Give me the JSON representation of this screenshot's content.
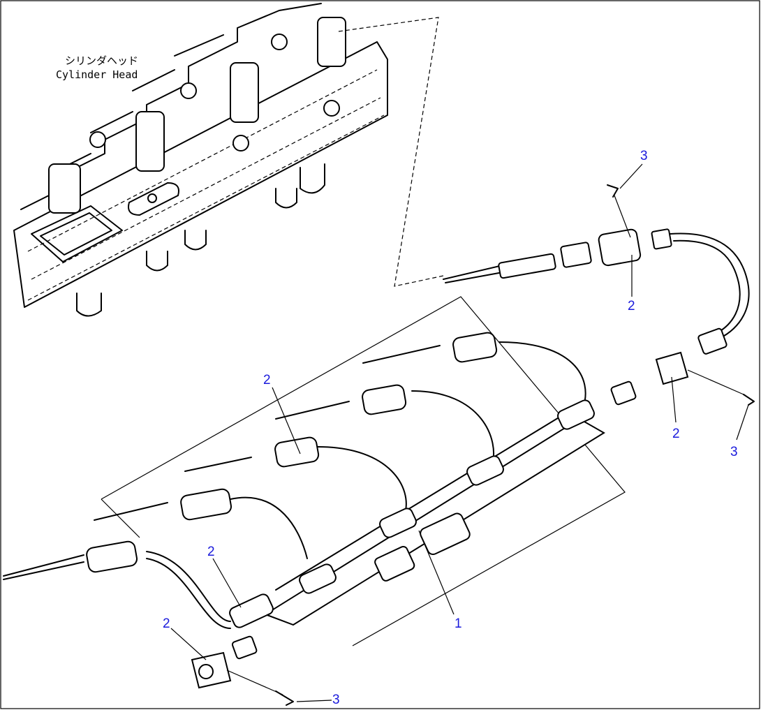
{
  "head_label": {
    "jp": "シリンダヘッド",
    "en": "Cylinder Head"
  },
  "callouts": [
    {
      "id": "c1",
      "text": "1"
    },
    {
      "id": "c2a",
      "text": "2"
    },
    {
      "id": "c2b",
      "text": "2"
    },
    {
      "id": "c2c",
      "text": "2"
    },
    {
      "id": "c2d",
      "text": "2"
    },
    {
      "id": "c2e",
      "text": "2"
    },
    {
      "id": "c3a",
      "text": "3"
    },
    {
      "id": "c3b",
      "text": "3"
    },
    {
      "id": "c3c",
      "text": "3"
    }
  ],
  "colors": {
    "callout": "#1a1adc",
    "line": "#000000",
    "background": "#ffffff"
  }
}
